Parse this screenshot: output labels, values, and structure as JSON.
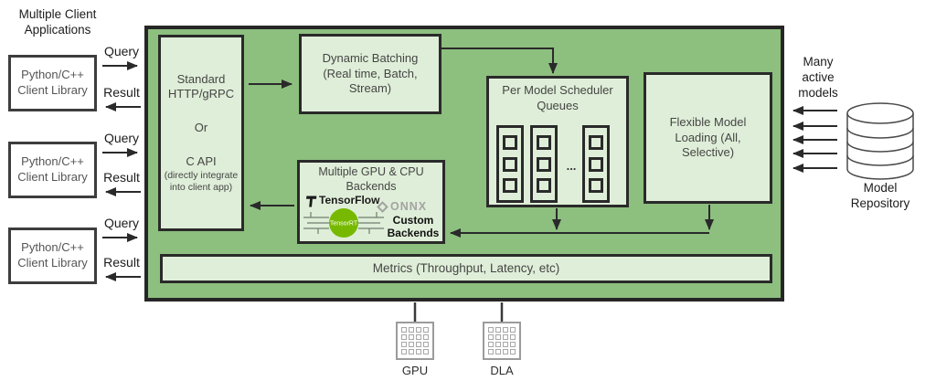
{
  "left_panel": {
    "heading_line1": "Multiple Client",
    "heading_line2": "Applications",
    "query_label": "Query",
    "result_label": "Result",
    "clients": [
      {
        "line1": "Python/C++",
        "line2": "Client Library"
      },
      {
        "line1": "Python/C++",
        "line2": "Client Library"
      },
      {
        "line1": "Python/C++",
        "line2": "Client Library"
      }
    ]
  },
  "server": {
    "api_box": {
      "line1": "Standard",
      "line2": "HTTP/gRPC",
      "line3": "Or",
      "line4": "C API",
      "note1": "(directly integrate",
      "note2": "into client app)"
    },
    "dynamic_batching": {
      "line1": "Dynamic Batching",
      "line2": "(Real time, Batch,",
      "line3": "Stream)"
    },
    "scheduler": {
      "title1": "Per Model Scheduler",
      "title2": "Queues",
      "ellipsis": "..."
    },
    "backends": {
      "title1": "Multiple GPU & CPU",
      "title2": "Backends",
      "tensorflow": "TensorFlow",
      "onnx": "ONNX",
      "tensorrt": "TensorRT",
      "custom1": "Custom",
      "custom2": "Backends"
    },
    "flexible": {
      "line1": "Flexible Model",
      "line2": "Loading (All,",
      "line3": "Selective)"
    },
    "metrics": "Metrics (Throughput, Latency, etc)"
  },
  "right_panel": {
    "heading_line1": "Many",
    "heading_line2": "active",
    "heading_line3": "models",
    "repo_line1": "Model",
    "repo_line2": "Repository"
  },
  "hardware": {
    "gpu": "GPU",
    "dla": "DLA"
  },
  "colors": {
    "container_green": "#8dbf7f",
    "box_fill": "#dfeed8",
    "outline": "#2a2a2a",
    "tensorrt_green": "#76b900",
    "onnx_gray": "#a3a3a3",
    "chip_gray": "#9b9b9b"
  }
}
